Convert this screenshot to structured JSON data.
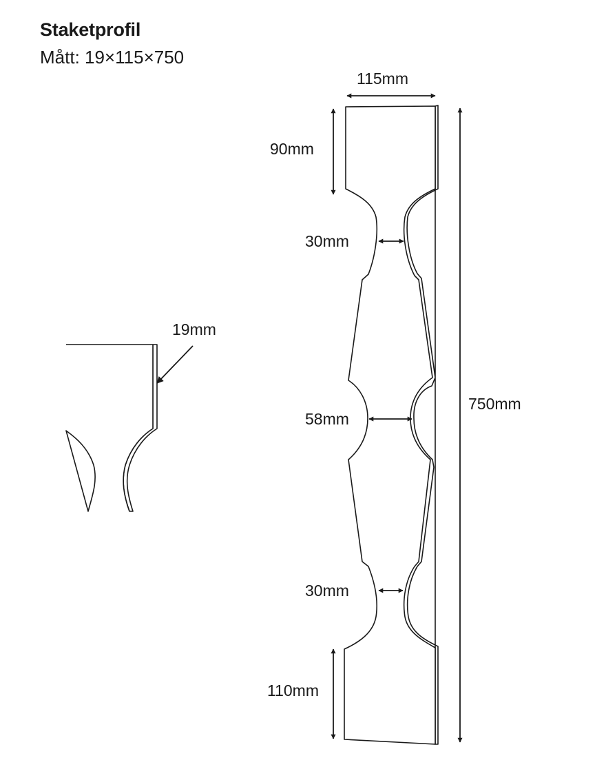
{
  "header": {
    "title": "Staketprofil",
    "subtitle": "Mått: 19×115×750"
  },
  "dimensions": {
    "width": "115mm",
    "top_section": "90mm",
    "upper_neck": "30mm",
    "middle_neck": "58mm",
    "lower_neck": "30mm",
    "bottom_section": "110mm",
    "total_height": "750mm",
    "thickness": "19mm"
  },
  "colors": {
    "line": "#1a1a1a",
    "background": "#ffffff"
  }
}
